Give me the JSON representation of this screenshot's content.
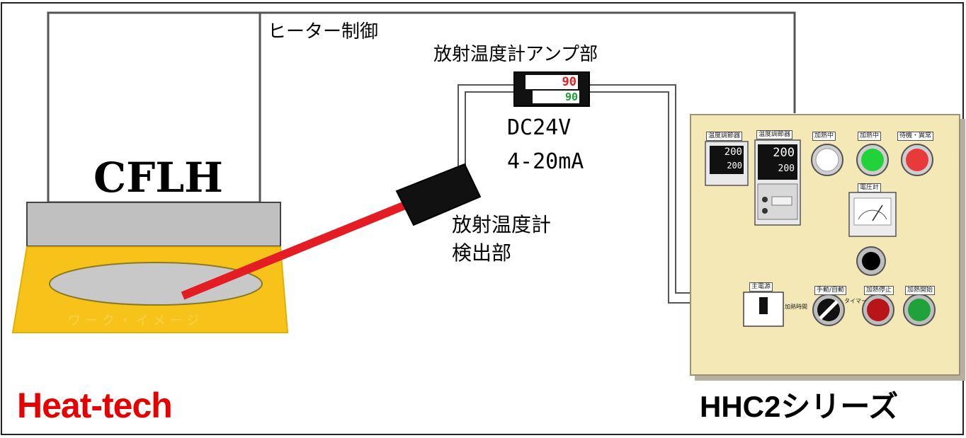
{
  "labels": {
    "heater_control": "ヒーター制御",
    "amp_unit": "放射温度計アンプ部",
    "amp_value_top": "90",
    "amp_value_bottom": "90",
    "dc_voltage": "DC24V",
    "current_range": "4-20mA",
    "heater_name": "CFLH",
    "detector_line1": "放射温度計",
    "detector_line2": "検出部",
    "brand": "Heat-tech",
    "series": "HHC2シリーズ",
    "workpiece_text": "ワーク・イメージ"
  },
  "panel": {
    "temp_ctrl_1": "温度調節器",
    "temp_ctrl_2": "温度調節器",
    "ctrl_1_value_top": "200",
    "ctrl_1_value_bottom": "200",
    "ctrl_2_value_top": "200",
    "ctrl_2_value_bottom": "200",
    "heating_1": "加熱中",
    "heating_2": "加熱中",
    "standby_fault": "待機・異常",
    "ammeter": "電圧計",
    "main_power": "主電源",
    "selector": "手動/自動",
    "selector_left": "加熱時間",
    "selector_right": "タイマー",
    "heat_stop": "加熱停止",
    "heat_start": "加熱開始"
  },
  "colors": {
    "beam": "#e41c23",
    "brand": "#e60000",
    "panel": "#f4e9b6",
    "workpiece": "#f7c31a",
    "lamp_white": "#ffffff",
    "lamp_green": "#22d23a",
    "lamp_red": "#e83a3a",
    "button_red": "#b8141a",
    "button_green": "#1fa23a"
  },
  "icons": [
    "white-lamp-icon",
    "green-lamp-icon",
    "red-lamp-icon",
    "ammeter-icon",
    "black-knob-icon",
    "selector-switch-icon",
    "power-switch-icon"
  ]
}
